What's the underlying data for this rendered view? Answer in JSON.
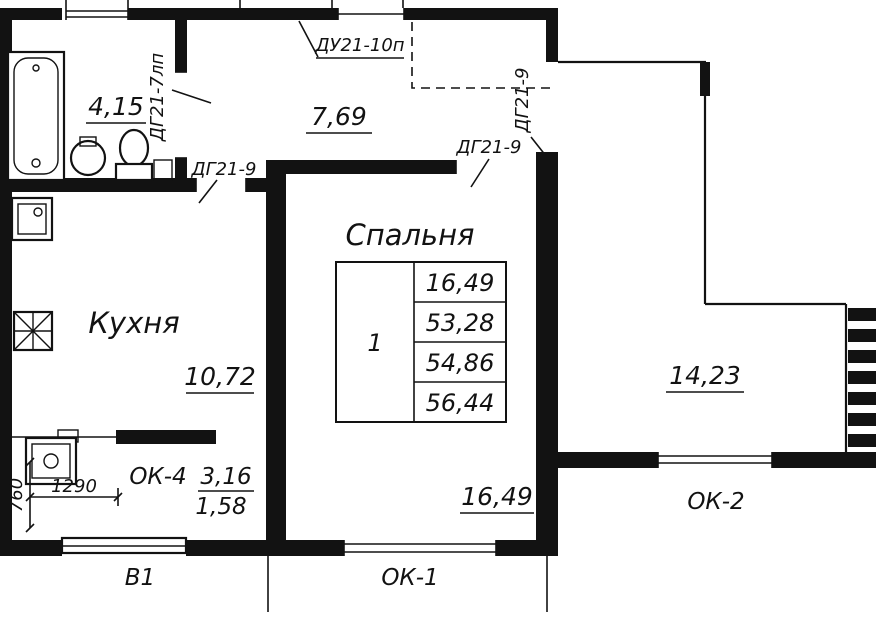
{
  "rooms": {
    "bedroom": {
      "name": "Спальня",
      "area": "16,49"
    },
    "kitchen": {
      "name": "Кухня",
      "area": "10,72"
    },
    "bathroom": {
      "area": "4,15"
    },
    "hall": {
      "area": "7,69"
    },
    "living": {
      "area": "14,23"
    }
  },
  "table": {
    "rooms_count": "1",
    "rows": [
      "16,49",
      "53,28",
      "54,86",
      "56,44"
    ]
  },
  "doors": {
    "entry": "ДУ21-10п",
    "bathroom": "ДГ21-7лп",
    "kitchen": "ДГ21-9",
    "bedroom": "ДГ21-9",
    "living": "ДГ21-9"
  },
  "windows": {
    "ok1": "ОК-1",
    "ok2": "ОК-2",
    "ok4": "ОК-4",
    "v1": "В1",
    "ok4_width": "3,16",
    "ok4_height": "1,58"
  },
  "dims": {
    "niche_width": "1290",
    "niche_depth": "760"
  }
}
